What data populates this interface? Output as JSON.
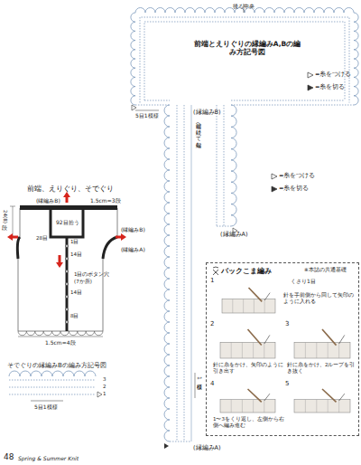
{
  "diagram": {
    "title": "前端とえりぐりの縁編みA,Bの編み方記号図",
    "nodes": [
      {
        "text": [
          "バックこま編み",
          "※本誌の共通基礎"
        ]
      }
    ],
    "labels": [
      "後ろ中央",
      "5目1模様",
      "(縁編みB)",
      "前端へ続けて編む",
      "(縁編みA)",
      "1模様",
      "(縁編みA)",
      "前端、えりぐり、そでぐり",
      "24(8段)",
      "(縁編みB)",
      "92目拾う",
      "1.5cm=3段",
      "(縁編みB)",
      "(縁編みA)",
      "28目",
      "1目",
      "14目",
      "1目のボタン穴",
      "(7か所)",
      "14目",
      "8目",
      "1.5cm=4段",
      "そでぐりの縁編みBの編み方記号図",
      "5目1模様",
      "3",
      "2",
      "1",
      "1",
      "くさり1目",
      "針を手前側から回して矢印のように入れる",
      "2",
      "針に糸をかけ、矢印のように引き出す",
      "3",
      "針に糸をかけ、2ループを引き抜く",
      "4",
      "5",
      "1〜3をくり返し、左側から右側へ編み進む",
      "48",
      "Spring & Summer Knit"
    ],
    "legend": [
      {
        "text": "=糸をつける"
      },
      {
        "text": "=糸を切る"
      },
      {
        "text": "=糸をつける"
      },
      {
        "text": "=糸を切る"
      }
    ]
  }
}
